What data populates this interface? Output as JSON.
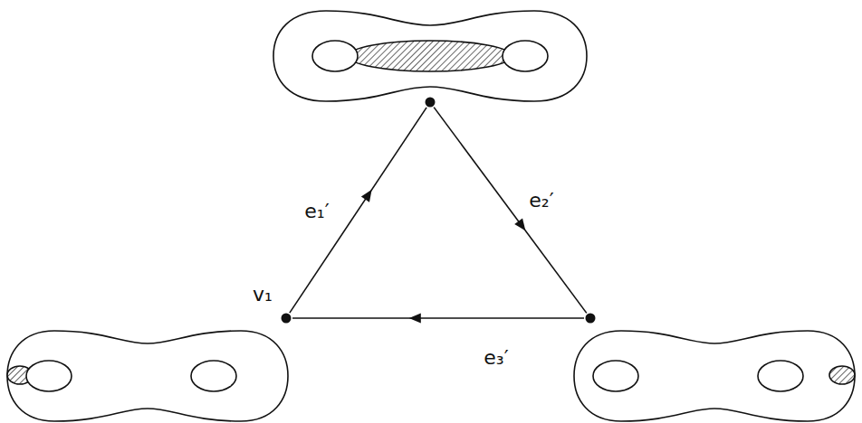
{
  "diagram": {
    "nodes": [
      {
        "text": [
          "v₁"
        ]
      },
      {
        "text": []
      },
      {
        "text": []
      }
    ],
    "edges": [
      {
        "from": 0,
        "to": 1,
        "arrow": "to",
        "label": "e₁′"
      },
      {
        "from": 1,
        "to": 2,
        "arrow": "to",
        "label": "e₂′"
      },
      {
        "from": 2,
        "to": 0,
        "arrow": "to",
        "label": "e₃′"
      }
    ]
  }
}
